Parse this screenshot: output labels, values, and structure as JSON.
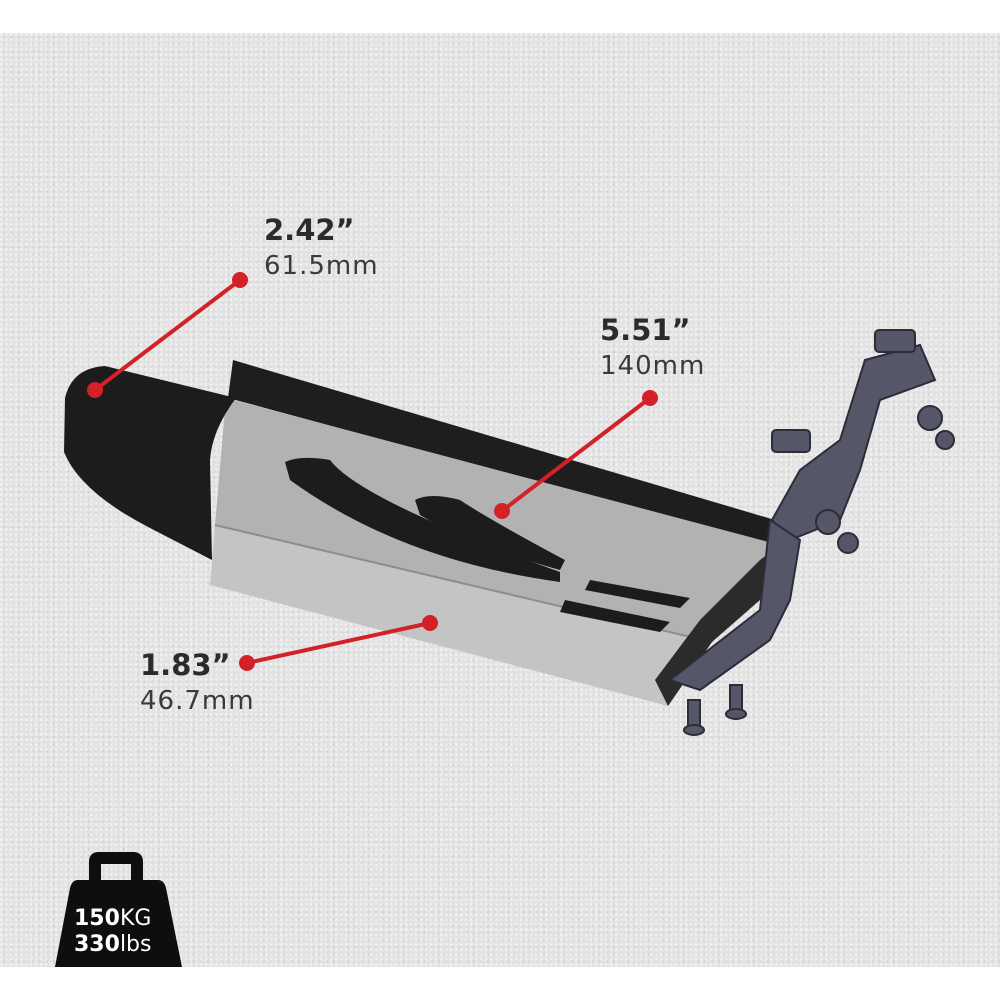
{
  "dimensions": {
    "height_end": {
      "inch": "2.42”",
      "mm": "61.5mm"
    },
    "width": {
      "inch": "5.51”",
      "mm": "140mm"
    },
    "side_height": {
      "inch": "1.83”",
      "mm": "46.7mm"
    }
  },
  "load": {
    "kg_value": "150",
    "kg_unit": "KG",
    "lbs_value": "330",
    "lbs_unit": "lbs"
  },
  "colors": {
    "accent": "#d42027",
    "cap": "#1c1c1c",
    "silver": "#a9a9a9",
    "bracket": "#545468"
  }
}
